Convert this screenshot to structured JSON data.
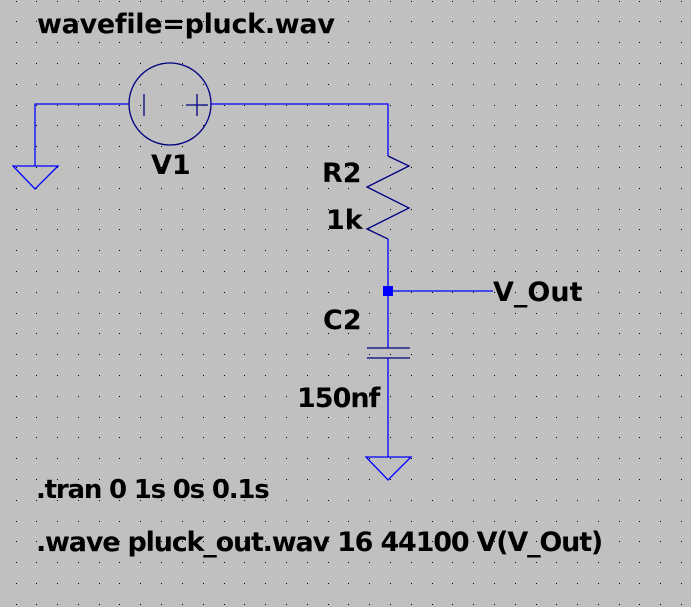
{
  "schematic": {
    "background_color": "#c0c0c0",
    "wire_color": "#0000ff",
    "symbol_color": "#000080",
    "text_color": "#000000",
    "grid": "dotted",
    "wavefile_directive": "wavefile=pluck.wav",
    "components": [
      {
        "type": "voltage-source",
        "name": "V1",
        "value": ""
      },
      {
        "type": "resistor",
        "name": "R2",
        "value": "1k"
      },
      {
        "type": "capacitor",
        "name": "C2",
        "value": "150nf"
      },
      {
        "type": "ground"
      },
      {
        "type": "ground"
      }
    ],
    "net_label": "V_Out",
    "directives": [
      ".tran 0 1s 0s 0.1s",
      ".wave pluck_out.wav 16 44100 V(V_Out)"
    ]
  }
}
